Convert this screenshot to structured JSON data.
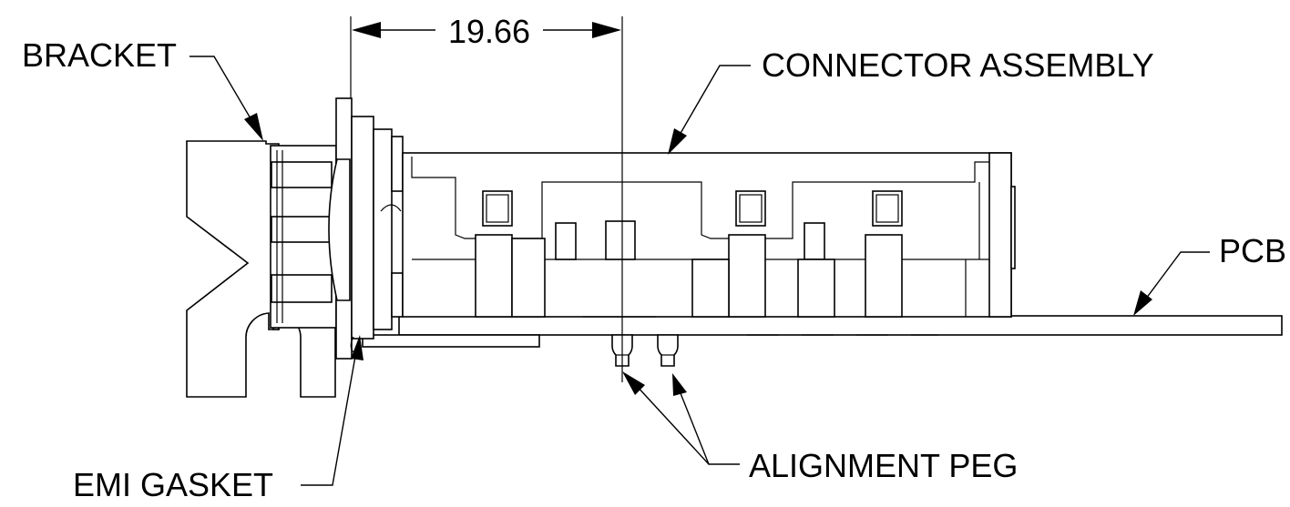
{
  "labels": {
    "bracket": "BRACKET",
    "connector_assembly": "CONNECTOR ASSEMBLY",
    "pcb": "PCB",
    "alignment_peg": "ALIGNMENT PEG",
    "emi_gasket": "EMI GASKET"
  },
  "dimension": {
    "value": "19.66"
  }
}
